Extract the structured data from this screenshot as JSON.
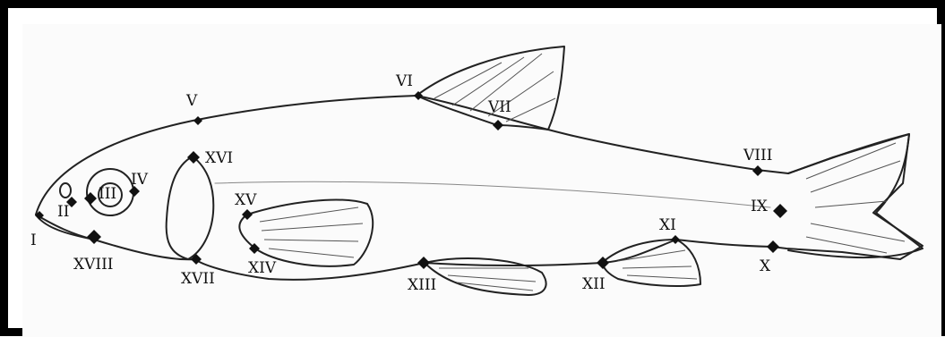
{
  "landmarks": [
    {
      "id": "I",
      "label": "I"
    },
    {
      "id": "II",
      "label": "II"
    },
    {
      "id": "III",
      "label": "III"
    },
    {
      "id": "IV",
      "label": "IV"
    },
    {
      "id": "V",
      "label": "V"
    },
    {
      "id": "VI",
      "label": "VI"
    },
    {
      "id": "VII",
      "label": "VII"
    },
    {
      "id": "VIII",
      "label": "VIII"
    },
    {
      "id": "IX",
      "label": "IX"
    },
    {
      "id": "X",
      "label": "X"
    },
    {
      "id": "XI",
      "label": "XI"
    },
    {
      "id": "XII",
      "label": "XII"
    },
    {
      "id": "XIII",
      "label": "XIII"
    },
    {
      "id": "XIV",
      "label": "XIV"
    },
    {
      "id": "XV",
      "label": "XV"
    },
    {
      "id": "XVI",
      "label": "XVI"
    },
    {
      "id": "XVII",
      "label": "XVII"
    },
    {
      "id": "XVIII",
      "label": "XVIII"
    }
  ],
  "colors": {
    "ink": "#111111",
    "border": "#000000",
    "background": "#ffffff"
  }
}
